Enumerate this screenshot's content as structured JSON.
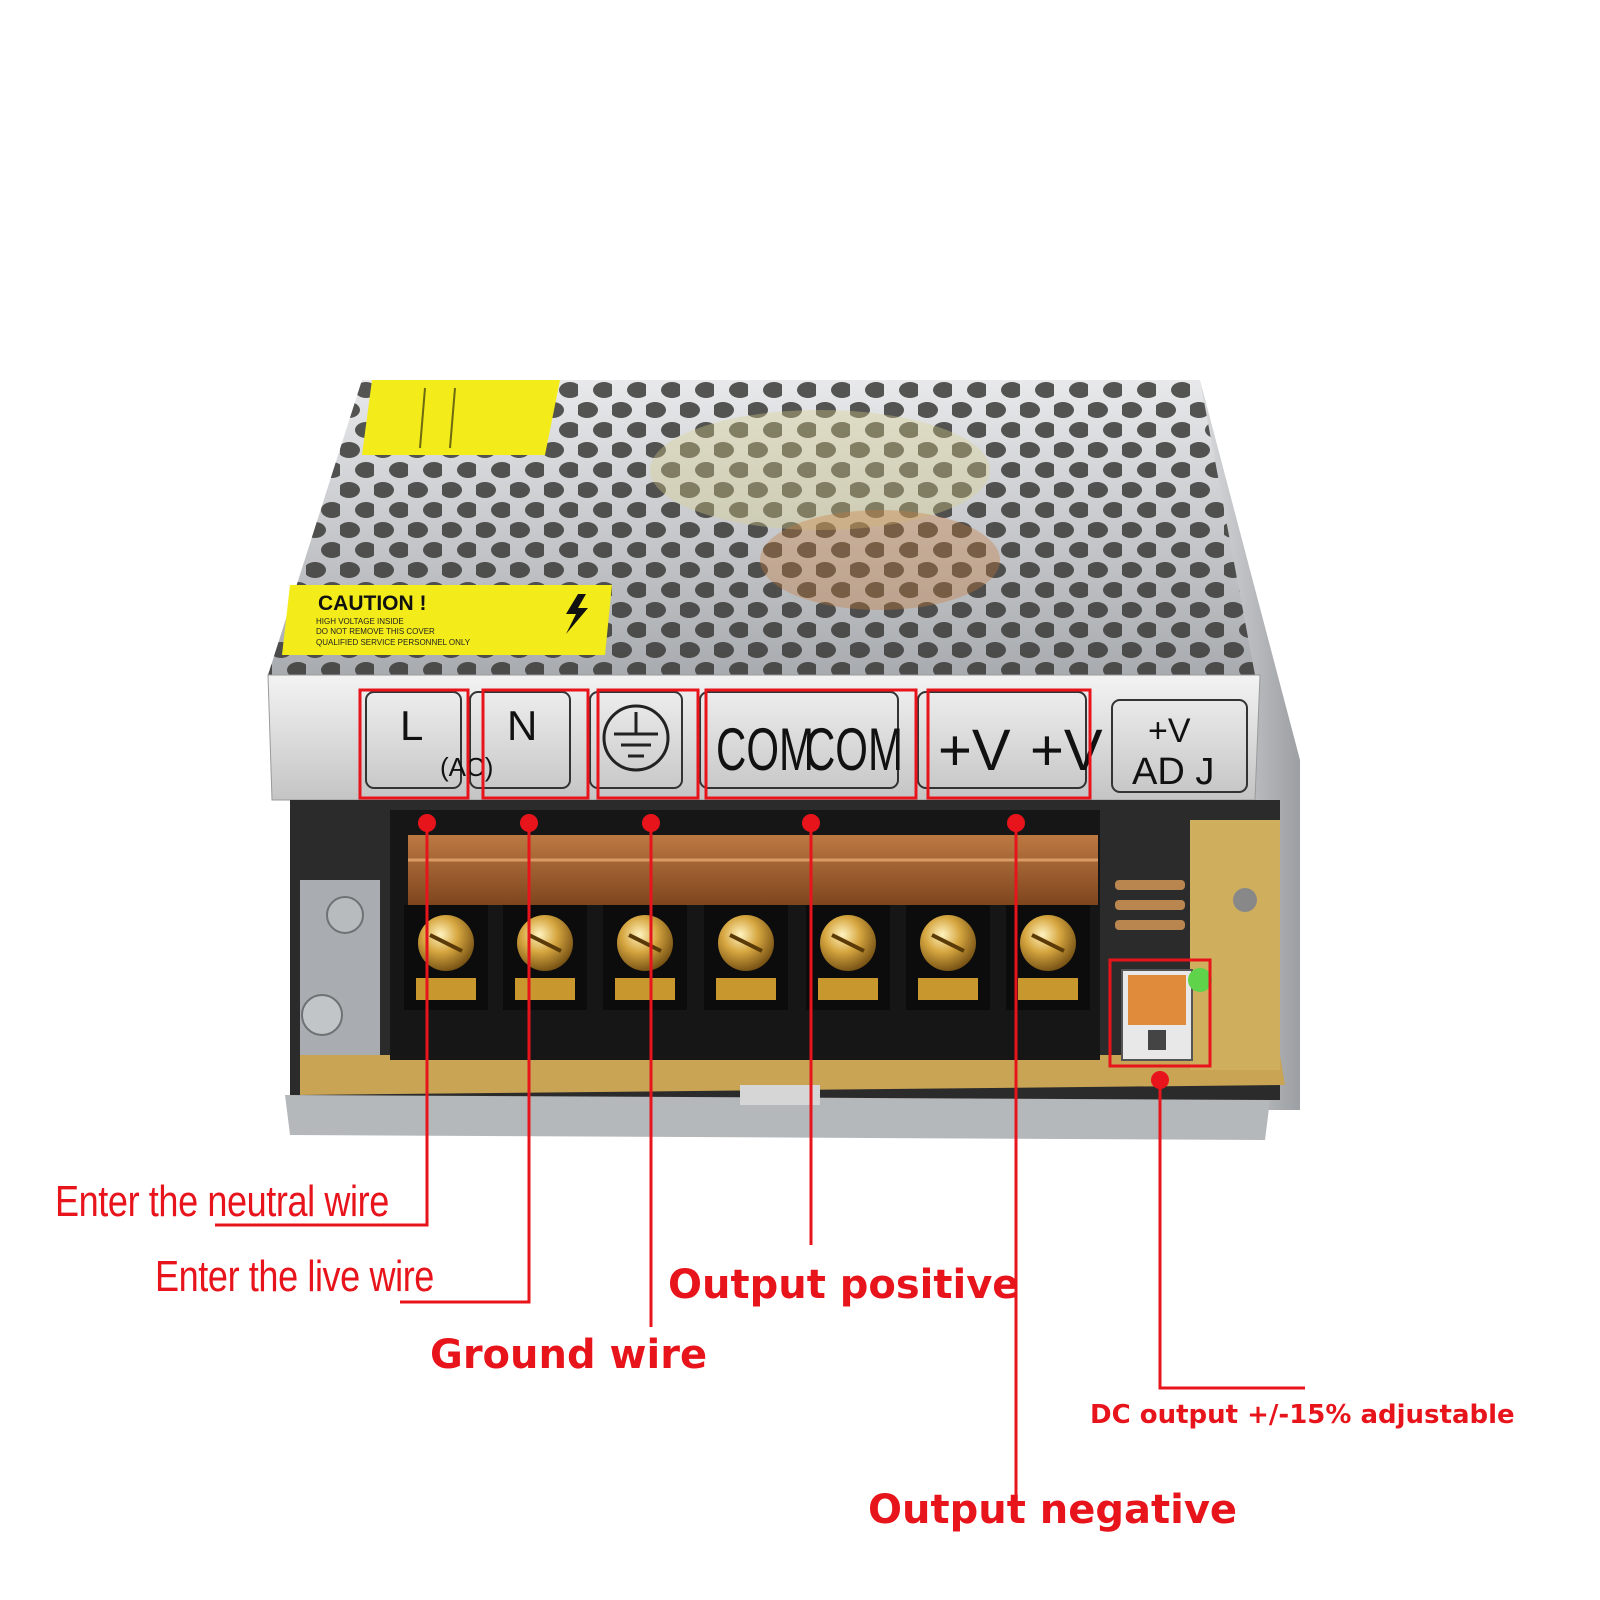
{
  "terminal_labels": {
    "l": "L",
    "n": "N",
    "ac": "(AC)",
    "com1": "COM",
    "com2": "COM",
    "v1": "+V",
    "v2": "+V",
    "adj_top": "+V",
    "adj_bottom": "AD J"
  },
  "caution_label": {
    "title": "CAUTION !",
    "line1": "HIGH VOLTAGE INSIDE",
    "line2": "DO NOT REMOVE THIS COVER",
    "line3": "QUALIFIED SERVICE PERSONNEL ONLY"
  },
  "callouts": {
    "neutral": "Enter the neutral wire",
    "live": "Enter the live wire",
    "ground": "Ground wire",
    "output_positive": "Output positive",
    "dc_adjust": "DC output +/-15% adjustable",
    "output_negative": "Output negative"
  },
  "colors": {
    "callout_red": "#e8141b",
    "caution_yellow": "#f4ec1a",
    "metal": "#c9cbce",
    "terminal_black": "#161616",
    "brass": "#b8892a",
    "pcb": "#c9a455"
  }
}
